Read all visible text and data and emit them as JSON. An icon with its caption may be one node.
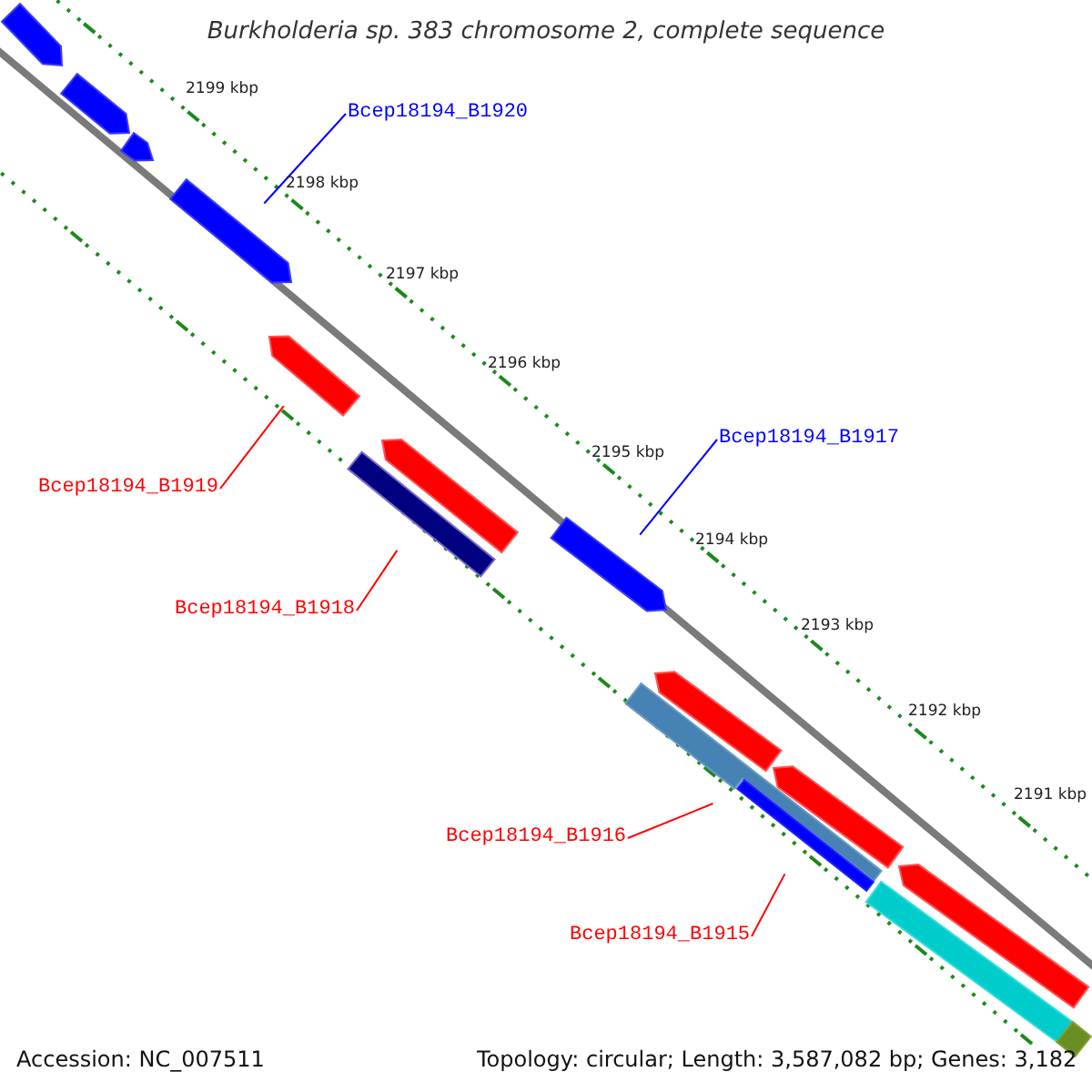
{
  "diagram": {
    "title": "Burkholderia sp. 383 chromosome 2, complete sequence",
    "nodes": [
      {
        "text": [
          "Bcep18194_B1920"
        ]
      },
      {
        "text": [
          "Bcep18194_B1917"
        ]
      },
      {
        "text": [
          "Bcep18194_B1919"
        ]
      },
      {
        "text": [
          "Bcep18194_B1918"
        ]
      },
      {
        "text": [
          "Bcep18194_B1916"
        ]
      },
      {
        "text": [
          "Bcep18194_B1915"
        ]
      },
      {
        "text": [],
        "shape": "bar"
      },
      {
        "text": [],
        "shape": "bar"
      },
      {
        "text": [],
        "shape": "bar"
      },
      {
        "text": [],
        "shape": "bar"
      },
      {
        "text": [],
        "shape": "bar"
      },
      {
        "text": [],
        "shape": "bar"
      },
      {
        "text": [],
        "shape": "bar"
      },
      {
        "text": [],
        "shape": "bar"
      },
      {
        "text": [],
        "shape": "bar"
      },
      {
        "text": [],
        "shape": "bar"
      },
      {
        "text": [],
        "shape": "bar"
      },
      {
        "text": [],
        "shape": "bar"
      },
      {
        "text": [],
        "shape": "bar"
      },
      {
        "text": [],
        "shape": "bar"
      },
      {
        "text": [],
        "shape": "bar"
      }
    ],
    "edges": [
      {
        "from": 0,
        "to": 6,
        "arrow": "none",
        "color": "#0000ff"
      },
      {
        "from": 1,
        "to": 7,
        "arrow": "none",
        "color": "#0000ff"
      },
      {
        "from": 2,
        "to": 8,
        "arrow": "none"
      },
      {
        "from": 3,
        "to": 9,
        "arrow": "none"
      },
      {
        "from": 4,
        "to": 10,
        "arrow": "none"
      },
      {
        "from": 5,
        "to": 11,
        "arrow": "none"
      }
    ],
    "labels": [
      "2199 kbp",
      "2198 kbp",
      "2197 kbp",
      "2196 kbp",
      "2195 kbp",
      "2194 kbp",
      "2193 kbp",
      "2192 kbp",
      "2191 kbp",
      "Accession: NC_007511",
      "Topology: circular; Length: 3,587,082 bp; Genes: 3,182"
    ]
  }
}
